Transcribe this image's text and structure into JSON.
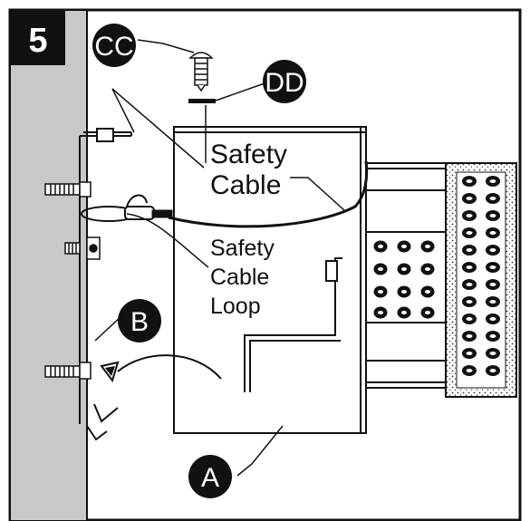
{
  "step": {
    "number": "5"
  },
  "callouts": {
    "cc": "CC",
    "dd": "DD",
    "a": "A",
    "b": "B"
  },
  "labels": {
    "safety_cable_line1": "Safety",
    "safety_cable_line2": "Cable",
    "loop_line1": "Safety",
    "loop_line2": "Cable",
    "loop_line3": "Loop"
  },
  "colors": {
    "wall": "#c8c8c8",
    "ink": "#111111",
    "callout_fill": "#111111",
    "callout_text": "#ffffff"
  }
}
